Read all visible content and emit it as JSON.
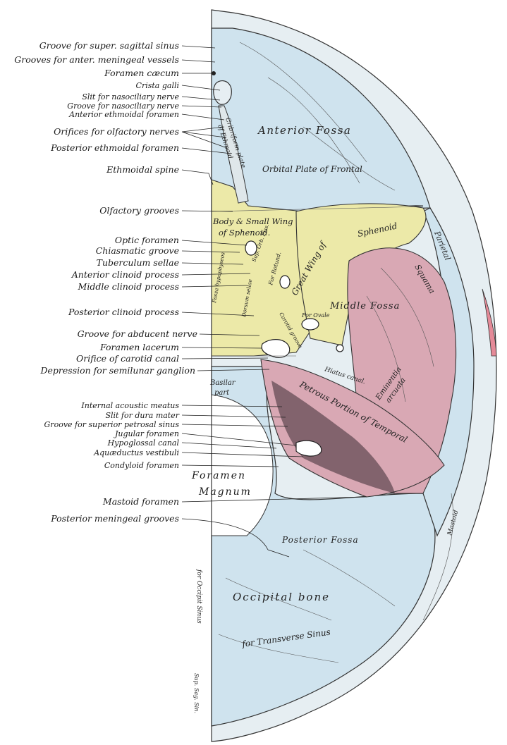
{
  "labels": {
    "groove_sup_sagittal": "Groove for super. sagittal sinus",
    "grooves_ant_meningeal": "Grooves for anter. meningeal vessels",
    "foramen_caecum": "Foramen cæcum",
    "crista_galli": "Crista galli",
    "slit_nasociliary": "Slit for nasociliary nerve",
    "groove_nasociliary": "Groove for nasociliary nerve",
    "ant_ethmoidal_foramen": "Anterior ethmoidal foramen",
    "orifices_olfactory": "Orifices for olfactory nerves",
    "post_ethmoidal_foramen": "Posterior ethmoidal foramen",
    "ethmoidal_spine": "Ethmoidal spine",
    "olfactory_grooves": "Olfactory grooves",
    "optic_foramen": "Optic foramen",
    "chiasmatic_groove": "Chiasmatic groove",
    "tuberculum_sellae": "Tuberculum sellae",
    "ant_clinoid": "Anterior clinoid process",
    "mid_clinoid": "Middle clinoid process",
    "post_clinoid": "Posterior clinoid process",
    "groove_abducent": "Groove for abducent nerve",
    "foramen_lacerum": "Foramen lacerum",
    "orifice_carotid": "Orifice of carotid canal",
    "depression_semilunar": "Depression for semilunar ganglion",
    "int_acoustic": "Internal acoustic meatus",
    "slit_dura": "Slit for dura mater",
    "groove_sup_petrosal": "Groove for superior petrosal sinus",
    "jugular_foramen": "Jugular foramen",
    "hypoglossal_canal": "Hypoglossal canal",
    "aquaeductus": "Aquæductus vestibuli",
    "condyloid_foramen": "Condyloid foramen",
    "mastoid_foramen": "Mastoid foramen",
    "post_meningeal": "Posterior meningeal grooves",
    "foramen_magnum_1": "Foramen",
    "foramen_magnum_2": "Magnum"
  },
  "inner_labels": {
    "anterior_fossa": "Anterior Fossa",
    "orbital_plate": "Orbital Plate of Frontal",
    "cribriform_1": "Cribriform plate",
    "cribriform_2": "of Ethmoid",
    "body_sphenoid_1": "Body & Small Wing",
    "body_sphenoid_2": "of Sphenoid.",
    "great_wing": "Great Wing of",
    "sphenoid": "Sphenoid",
    "middle_fossa": "Middle Fossa",
    "squama": "Squama",
    "parietal": "Parietal",
    "basilar_1": "Basilar",
    "basilar_2": "part",
    "hiatus": "Hiatus canal.",
    "eminentia_1": "Eminentia",
    "eminentia_2": "arcuata",
    "petrous": "Petrous Portion of Temporal",
    "posterior_fossa": "Posterior Fossa",
    "occipital_bone": "Occipital bone",
    "transverse_sinus": "for Transverse Sinus",
    "occipit_sinus": "for Occipit Sinus",
    "sup_sag_sin": "Sup. Sag. Sin.",
    "for_rotund": "For Rotund.",
    "for_ovale": "For Ovale",
    "sup_orb_fiss": "Sup. Orb. Fiss.",
    "fossa_hypophyseos": "Fossa hypophyseos",
    "dorsum_sellae": "Dorsum sellae",
    "carotid_groove": "Carotid groove",
    "mastoid": "Mastoid"
  },
  "colors": {
    "frontal_occipital": "#cfe3ee",
    "sphenoid": "#ece9a8",
    "temporal": "#d9a8b4",
    "accent_parietal": "#e58a98"
  }
}
